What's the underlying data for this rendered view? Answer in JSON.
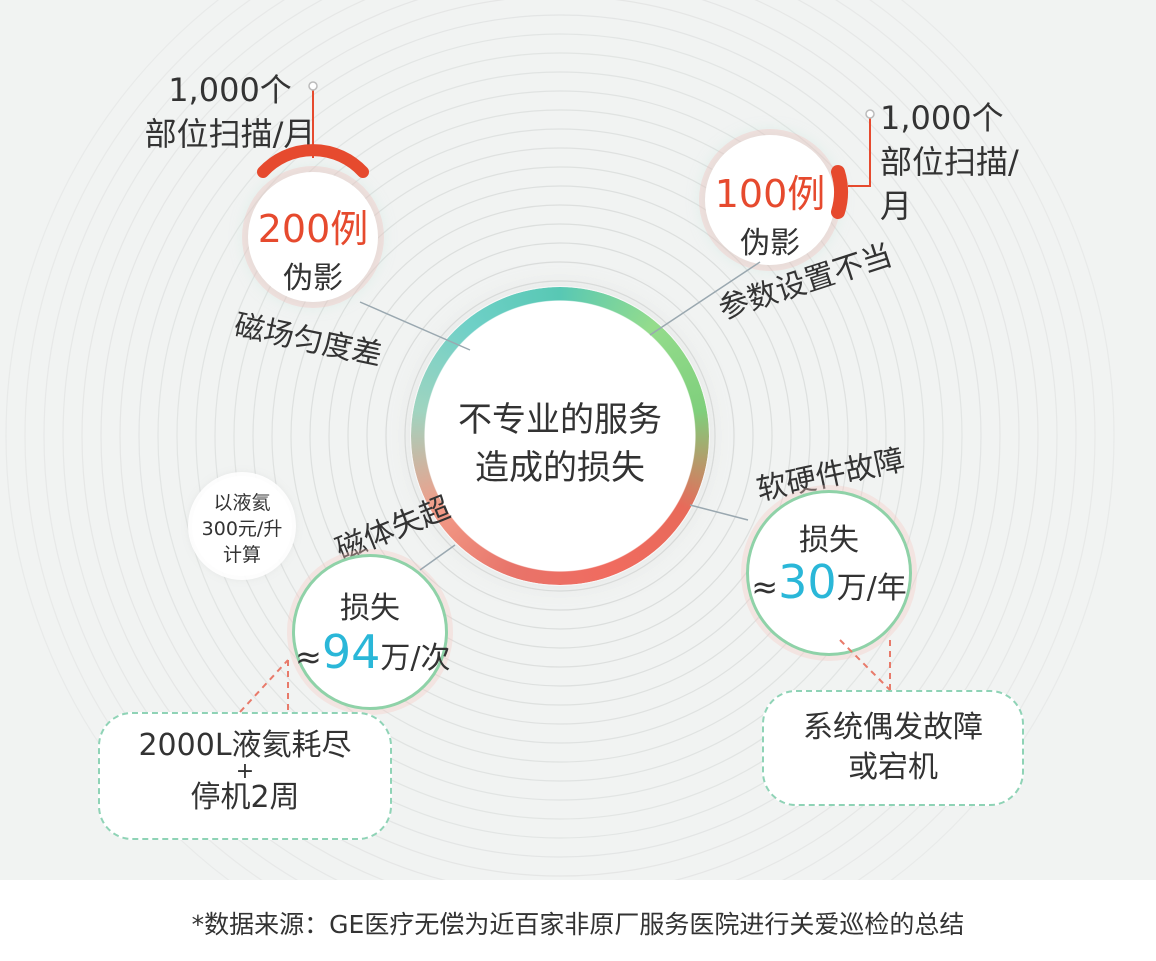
{
  "center": {
    "line1": "不专业的服务",
    "line2": "造成的损失"
  },
  "top_left": {
    "callout_line1": "1,000个",
    "callout_line2": "部位扫描/月",
    "count": "200例",
    "unit": "伪影",
    "cause": "磁场匀度差"
  },
  "top_right": {
    "callout_line1": "1,000个",
    "callout_line2": "部位扫描/月",
    "count": "100例",
    "unit": "伪影",
    "cause": "参数设置不当"
  },
  "bottom_left": {
    "note_line1": "以液氦",
    "note_line2": "300元/升",
    "note_line3": "计算",
    "cause": "磁体失超",
    "loss_label": "损失",
    "approx": "≈",
    "value": "94",
    "unit": "万/次",
    "bubble_line1": "2000L液氦耗尽",
    "bubble_line2": "+",
    "bubble_line3": "停机2周"
  },
  "bottom_right": {
    "cause": "软硬件故障",
    "loss_label": "损失",
    "approx": "≈",
    "value": "30",
    "unit": "万/年",
    "bubble_line1": "系统偶发故障",
    "bubble_line2": "或宕机"
  },
  "footnote": "*数据来源：GE医疗无偿为近百家非原厂服务医院进行关爱巡检的总结",
  "colors": {
    "accent_red": "#e64a2e",
    "accent_teal": "#2ab7d8",
    "ring_gray": "#d6d8d7",
    "dash_green": "#8fd3b6"
  }
}
